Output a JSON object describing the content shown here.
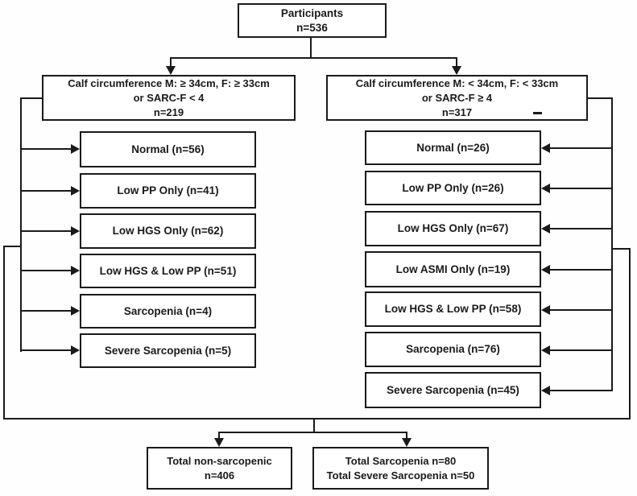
{
  "flowchart": {
    "root": {
      "title": "Participants",
      "count": "n=536"
    },
    "branch_left": {
      "line1": "Calf circumference M: ≥ 34cm, F: ≥ 33cm",
      "line2": "or SARC-F < 4",
      "count": "n=219"
    },
    "branch_right": {
      "line1": "Calf circumference M: < 34cm, F: < 33cm",
      "line2": "or SARC-F ≥ 4",
      "count": "n=317"
    },
    "left_outcomes": [
      {
        "label": "Normal (n=56)"
      },
      {
        "label": "Low PP Only (n=41)"
      },
      {
        "label": "Low HGS Only (n=62)"
      },
      {
        "label": "Low HGS & Low PP (n=51)"
      },
      {
        "label": "Sarcopenia (n=4)"
      },
      {
        "label": "Severe Sarcopenia (n=5)"
      }
    ],
    "right_outcomes": [
      {
        "label": "Normal (n=26)"
      },
      {
        "label": "Low PP Only (n=26)"
      },
      {
        "label": "Low HGS Only (n=67)"
      },
      {
        "label": "Low ASMI Only (n=19)"
      },
      {
        "label": "Low HGS & Low PP (n=58)"
      },
      {
        "label": "Sarcopenia (n=76)"
      },
      {
        "label": "Severe Sarcopenia (n=45)"
      }
    ],
    "total_non_sarcopenic": {
      "line1": "Total non-sarcopenic",
      "line2": "n=406"
    },
    "total_sarcopenic": {
      "line1": "Total Sarcopenia n=80",
      "line2": "Total Severe Sarcopenia n=50"
    },
    "colors": {
      "line": "#1a1a1a",
      "box_background": "#ffffff",
      "page_background": "#fefefe",
      "text": "#1a1a1a"
    }
  }
}
